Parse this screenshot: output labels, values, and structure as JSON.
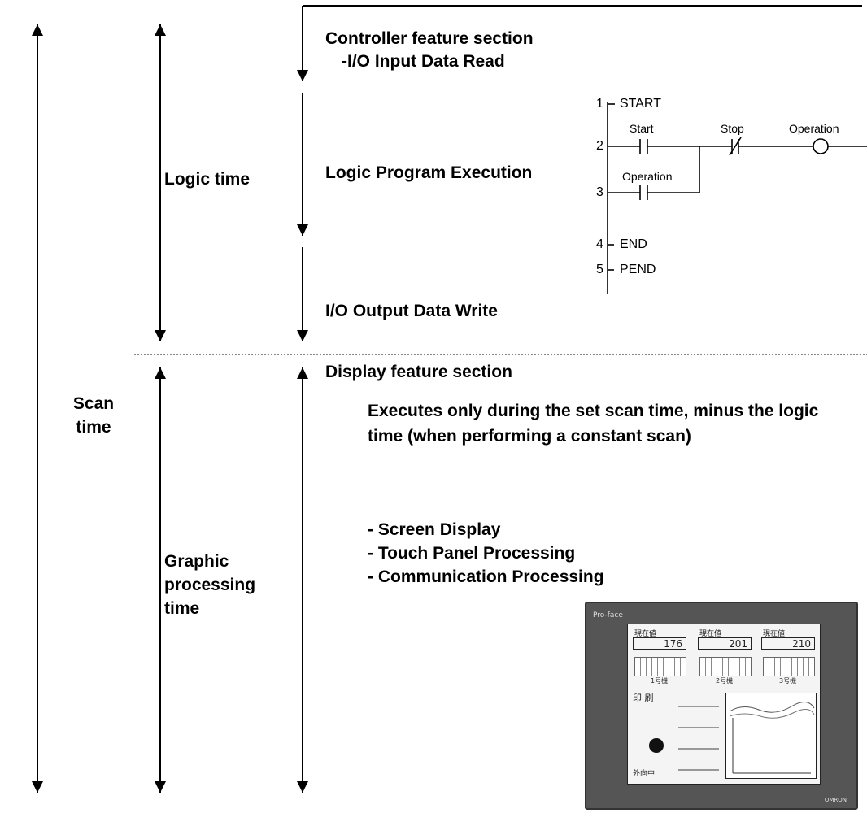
{
  "timing": {
    "scan_time": "Scan\ntime",
    "logic_time": "Logic time",
    "graphic_time": "Graphic\nprocessing\ntime"
  },
  "sections": {
    "controller_title": "Controller feature section",
    "io_input": "-I/O Input Data Read",
    "logic_exec": "Logic Program Execution",
    "io_output": "I/O Output Data Write",
    "display_title": "Display feature section",
    "display_desc": "Executes only during the set scan time, minus the logic time (when performing a constant scan)",
    "display_items": [
      "- Screen Display",
      "- Touch Panel Processing",
      "- Communication Processing"
    ]
  },
  "ladder": {
    "rung_numbers": [
      "1",
      "2",
      "3",
      "4",
      "5"
    ],
    "start": "START",
    "contact_start": "Start",
    "contact_stop": "Stop",
    "coil_operation": "Operation",
    "contact_operation": "Operation",
    "end": "END",
    "pend": "PEND"
  },
  "hmi": {
    "brand": "Pro-face",
    "header_labels": [
      "現在値",
      "現在値",
      "現在値"
    ],
    "values": [
      "176",
      "201",
      "210"
    ],
    "unit_labels": [
      "1号機",
      "2号機",
      "3号機"
    ],
    "kanji_row1": "印 刷",
    "kanji_row3": "外向中",
    "maker": "OMRON"
  }
}
